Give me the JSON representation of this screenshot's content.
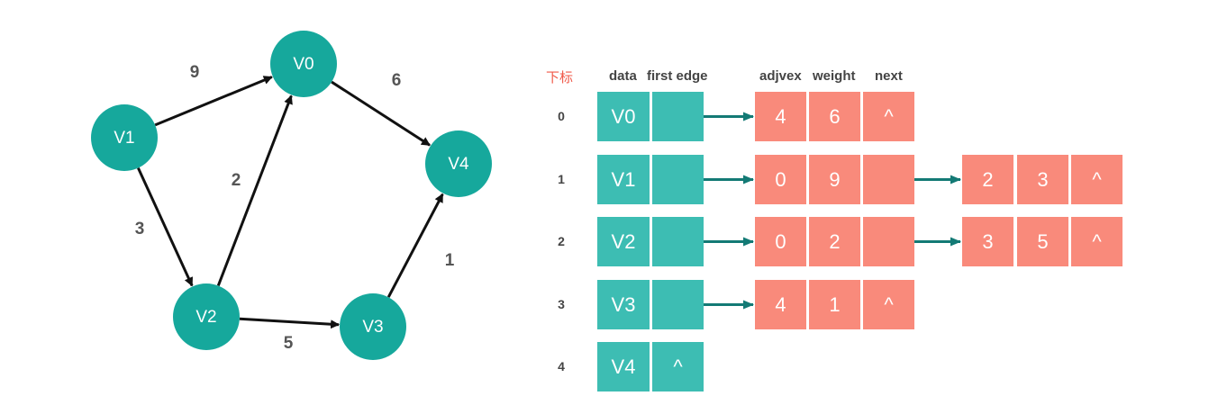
{
  "colors": {
    "node": "#16a89c",
    "vertex_cell": "#3dbdb3",
    "edge_cell": "#f98a7b",
    "arrow_table": "#137a75",
    "arrow_graph": "#111111",
    "index_header": "#f05a4a"
  },
  "graph": {
    "nodes": [
      {
        "id": "V0",
        "label": "V0"
      },
      {
        "id": "V1",
        "label": "V1"
      },
      {
        "id": "V2",
        "label": "V2"
      },
      {
        "id": "V3",
        "label": "V3"
      },
      {
        "id": "V4",
        "label": "V4"
      }
    ],
    "edges": [
      {
        "from": "V1",
        "to": "V0",
        "weight": "9"
      },
      {
        "from": "V0",
        "to": "V4",
        "weight": "6"
      },
      {
        "from": "V1",
        "to": "V2",
        "weight": "3"
      },
      {
        "from": "V2",
        "to": "V0",
        "weight": "2"
      },
      {
        "from": "V2",
        "to": "V3",
        "weight": "5"
      },
      {
        "from": "V3",
        "to": "V4",
        "weight": "1"
      }
    ]
  },
  "table": {
    "headers": {
      "index": "下标",
      "data": "data",
      "first_edge": "first edge",
      "adjvex": "adjvex",
      "weight": "weight",
      "next": "next"
    },
    "rows": [
      {
        "index": "0",
        "data": "V0",
        "first": "",
        "edges": [
          {
            "adjvex": "4",
            "weight": "6",
            "next": "^"
          }
        ]
      },
      {
        "index": "1",
        "data": "V1",
        "first": "",
        "edges": [
          {
            "adjvex": "0",
            "weight": "9",
            "next": ""
          },
          {
            "adjvex": "2",
            "weight": "3",
            "next": "^"
          }
        ]
      },
      {
        "index": "2",
        "data": "V2",
        "first": "",
        "edges": [
          {
            "adjvex": "0",
            "weight": "2",
            "next": ""
          },
          {
            "adjvex": "3",
            "weight": "5",
            "next": "^"
          }
        ]
      },
      {
        "index": "3",
        "data": "V3",
        "first": "",
        "edges": [
          {
            "adjvex": "4",
            "weight": "1",
            "next": "^"
          }
        ]
      },
      {
        "index": "4",
        "data": "V4",
        "first": "^",
        "edges": []
      }
    ]
  }
}
